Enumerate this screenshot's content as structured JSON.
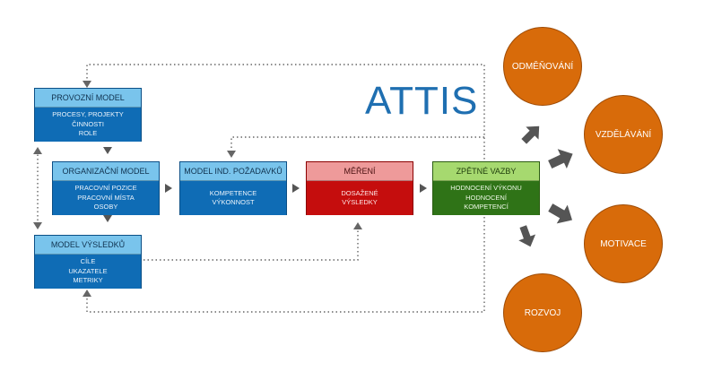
{
  "title": "ATTIS",
  "boxes": {
    "provozni": {
      "title": "PROVOZNÍ MODEL",
      "lines": [
        "PROCESY, PROJEKTY",
        "ČINNOSTI",
        "ROLE"
      ]
    },
    "organizacni": {
      "title": "ORGANIZAČNÍ MODEL",
      "lines": [
        "PRACOVNÍ POZICE",
        "PRACOVNÍ MÍSTA",
        "OSOBY"
      ]
    },
    "vysledku": {
      "title": "MODEL VÝSLEDKŮ",
      "lines": [
        "CÍLE",
        "UKAZATELE",
        "METRIKY"
      ]
    },
    "pozadavku": {
      "title": "MODEL IND. POŽADAVKŮ",
      "lines": [
        "KOMPETENCE",
        "VÝKONNOST"
      ]
    },
    "mereni": {
      "title": "MĚŘENÍ",
      "lines": [
        "DOSAŽENÉ",
        "VÝSLEDKY"
      ]
    },
    "zpetne": {
      "title": "ZPĚTNÉ VAZBY",
      "lines": [
        "HODNOCENÍ VÝKONU",
        "HODNOCENÍ",
        "KOMPETENCÍ"
      ]
    }
  },
  "outcomes": [
    "ODMĚŇOVÁNÍ",
    "VZDĚLÁVÁNÍ",
    "MOTIVACE",
    "ROZVOJ"
  ],
  "colors": {
    "blue_header": "#79c4ec",
    "blue_body": "#0f6cb5",
    "red_header": "#ee9a9a",
    "red_body": "#c50d0d",
    "green_header": "#a6d96f",
    "green_body": "#2f7317",
    "circle": "#d86b0a",
    "arrow": "#555555",
    "dotted_line": "#666666",
    "title": "#1f6fb1"
  },
  "icons": [
    "arrow-right-icon",
    "arrow-down-icon",
    "double-arrow-icon",
    "thick-arrow-icon"
  ]
}
